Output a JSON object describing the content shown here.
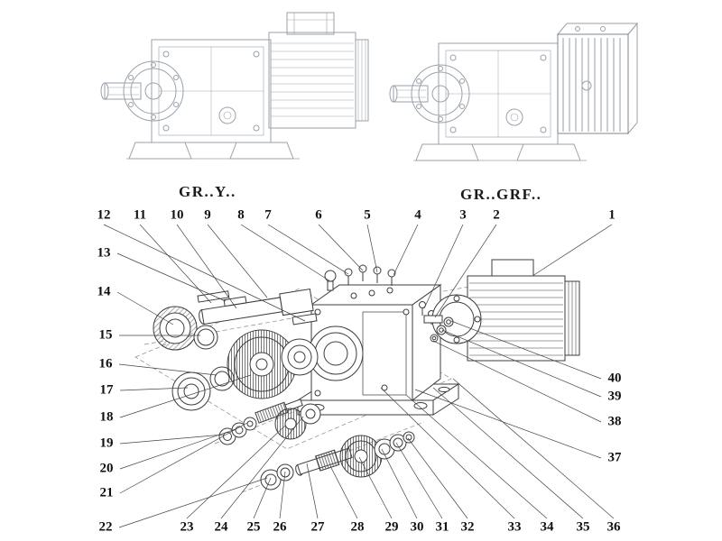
{
  "captions": {
    "left_model": "GR..Y..",
    "right_model": "GR..GRF.."
  },
  "callouts": {
    "top": [
      "12",
      "11",
      "10",
      "9",
      "8",
      "7",
      "6",
      "5",
      "4",
      "3",
      "2",
      "1"
    ],
    "left": [
      "13",
      "14",
      "15",
      "16",
      "17",
      "18",
      "19",
      "20",
      "21",
      "22"
    ],
    "bottom": [
      "23",
      "24",
      "25",
      "26",
      "27",
      "28",
      "29",
      "30",
      "31",
      "32",
      "33",
      "34",
      "35",
      "36"
    ],
    "right": [
      "40",
      "39",
      "38",
      "37"
    ]
  },
  "colors": {
    "drawing_light": "#9aa2ab",
    "drawing_dark": "#3c3c3c",
    "leader": "#444444"
  }
}
